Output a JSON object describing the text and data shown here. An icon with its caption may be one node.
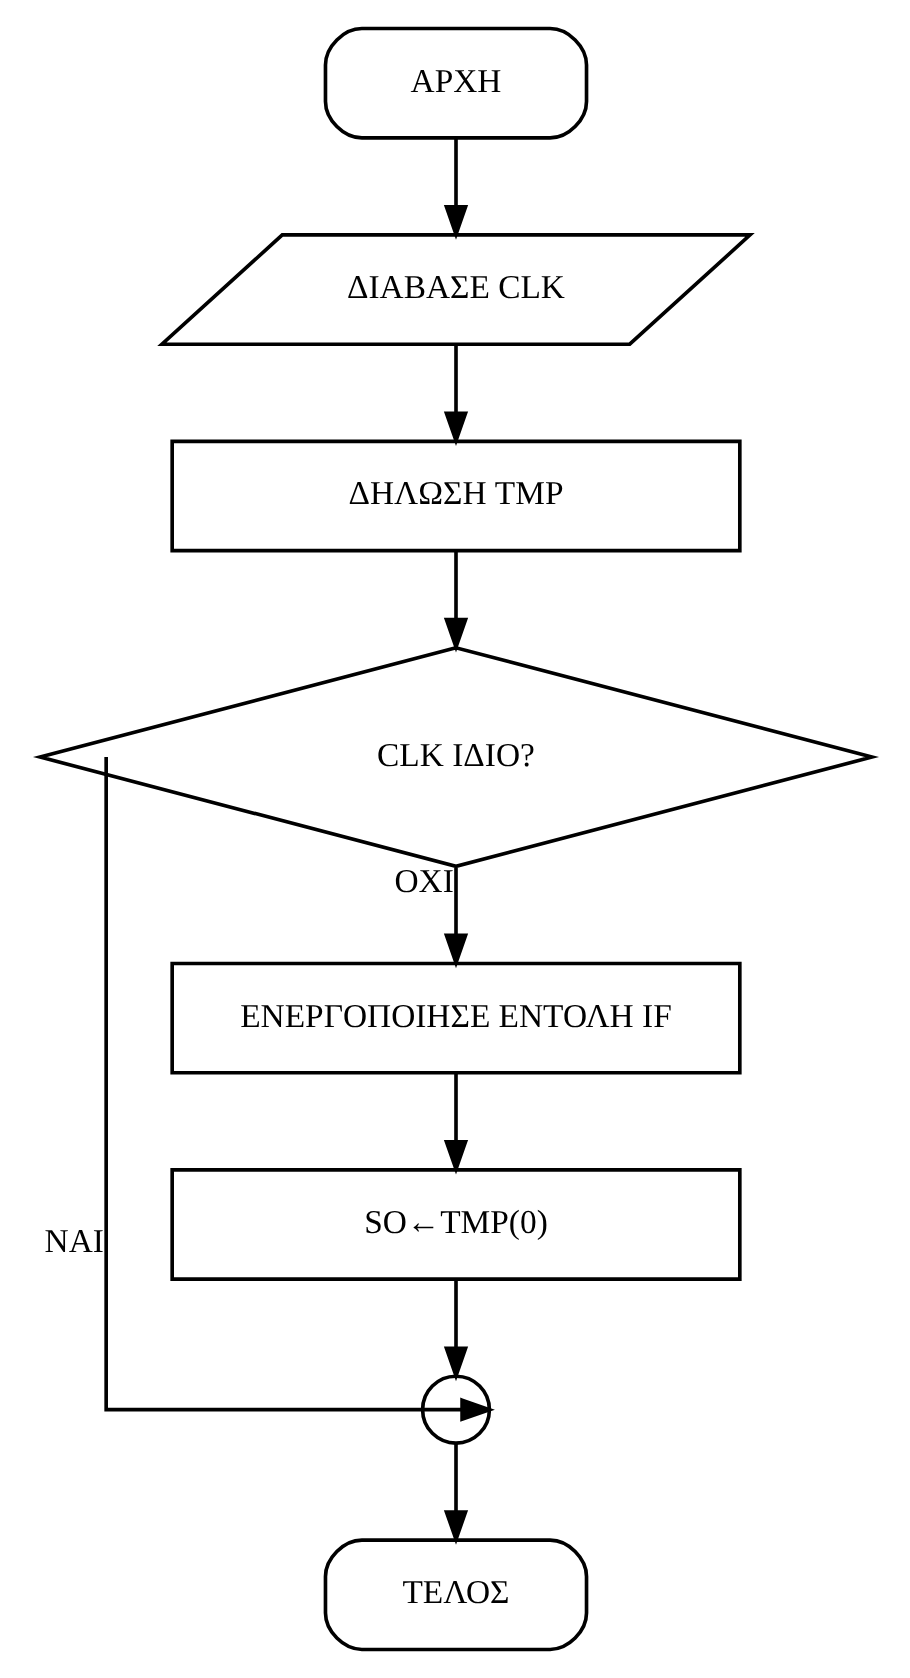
{
  "diagram": {
    "nodes": [
      {
        "text": [
          "ΑΡΧΗ"
        ]
      },
      {
        "text": [
          "ΔΙΑΒΑΣΕ CLK"
        ]
      },
      {
        "text": [
          "ΔΗΛΩΣΗ TMP"
        ]
      },
      {
        "text": [
          "CLK ΙΔΙΟ?"
        ]
      },
      {
        "text": [
          "ΕΝΕΡΓΟΠΟΙΗΣΕ ΕΝΤΟΛΗ IF"
        ]
      },
      {
        "text": [
          "SO←TMP(0)"
        ]
      },
      {
        "text": [],
        "shape": "circle"
      },
      {
        "text": [
          "ΤΕΛΟΣ"
        ]
      }
    ],
    "edges": [
      {
        "from": 0,
        "to": 1,
        "arrow": "to"
      },
      {
        "from": 1,
        "to": 2,
        "arrow": "to"
      },
      {
        "from": 2,
        "to": 3,
        "arrow": "to"
      },
      {
        "from": 3,
        "to": 6,
        "arrow": "to",
        "label": "ΝΑΙ"
      },
      {
        "from": 3,
        "to": 4,
        "arrow": "to",
        "label": "ΟΧΙ"
      },
      {
        "from": 4,
        "to": 5,
        "arrow": "to"
      },
      {
        "from": 5,
        "to": 6,
        "arrow": "to"
      },
      {
        "from": 6,
        "to": 7,
        "arrow": "to"
      }
    ]
  }
}
